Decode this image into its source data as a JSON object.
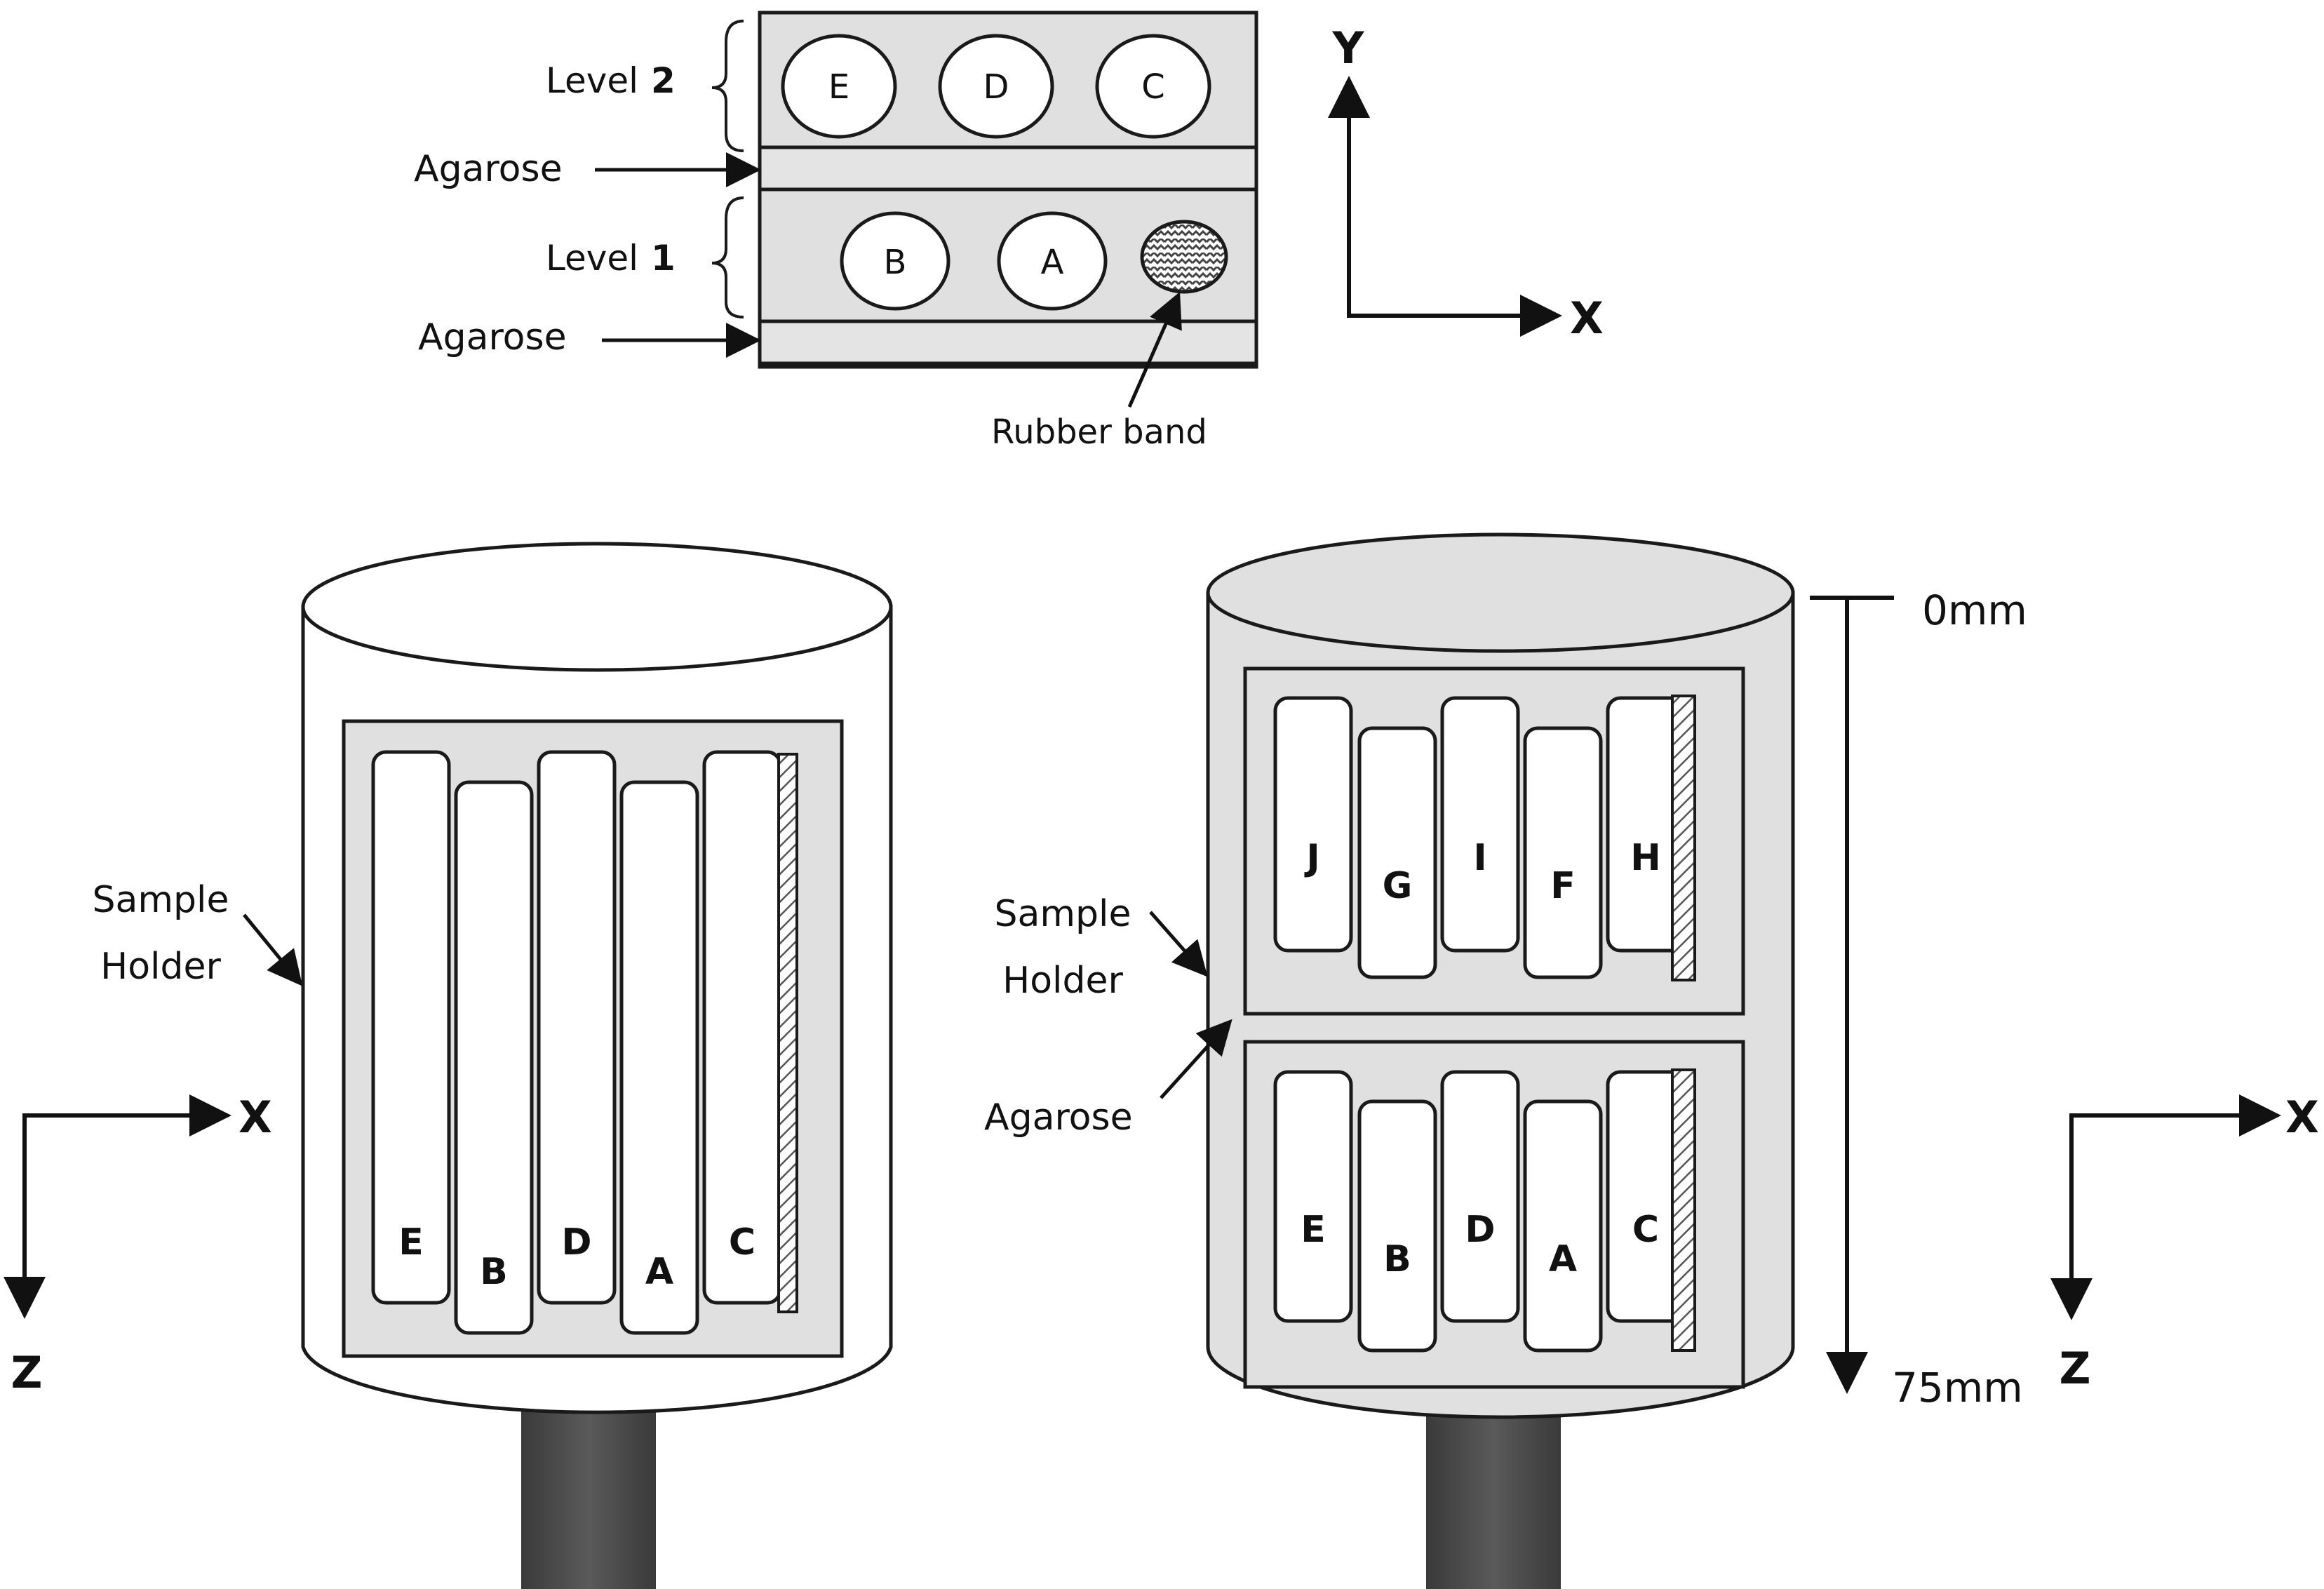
{
  "top_view": {
    "level2_label": "Level",
    "level2_number": "2",
    "level1_label": "Level",
    "level1_number": "1",
    "agarose_upper": "Agarose",
    "agarose_lower": "Agarose",
    "rubber_band": "Rubber band",
    "level2_samples": [
      "E",
      "D",
      "C"
    ],
    "level1_samples": [
      "B",
      "A"
    ],
    "axis_y": "Y",
    "axis_x": "X"
  },
  "left_holder": {
    "sample_holder_label_line1": "Sample",
    "sample_holder_label_line2": "Holder",
    "strips": [
      "E",
      "B",
      "D",
      "A",
      "C"
    ],
    "axis_x": "X",
    "axis_z": "Z"
  },
  "right_holder": {
    "sample_holder_label_line1": "Sample",
    "sample_holder_label_line2": "Holder",
    "agarose_label": "Agarose",
    "upper_strips": [
      "J",
      "G",
      "I",
      "F",
      "H"
    ],
    "lower_strips": [
      "E",
      "B",
      "D",
      "A",
      "C"
    ],
    "scale_top": "0mm",
    "scale_bottom": "75mm",
    "axis_x": "X",
    "axis_z": "Z"
  },
  "colors": {
    "holder_fill": "#e0e0e0",
    "outline": "#1a1a1a",
    "rod": "#4a4a4a"
  }
}
